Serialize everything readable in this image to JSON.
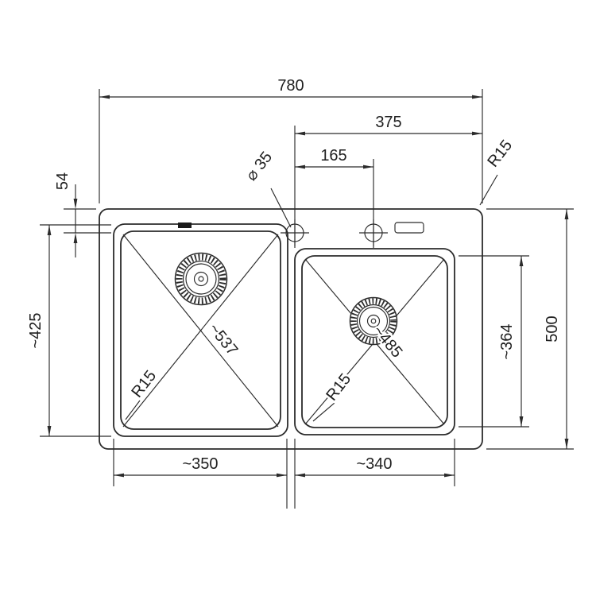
{
  "drawing": {
    "overall_width": "780",
    "right_section_width": "375",
    "hole_spacing": "165",
    "hole_diameter": "⌀ 35",
    "top_corner_radius": "R15",
    "edge_to_hole": "54",
    "left_bowl_length": "~425",
    "overall_depth": "500",
    "right_bowl_length": "~364",
    "left_bowl_diagonal": "~537",
    "right_bowl_diagonal": "~485",
    "left_bowl_corner_radius": "R15",
    "right_bowl_corner_radius": "R15",
    "left_bowl_width": "~350",
    "right_bowl_width": "~340"
  },
  "colors": {
    "line": "#2b2b2b",
    "background": "#ffffff"
  }
}
